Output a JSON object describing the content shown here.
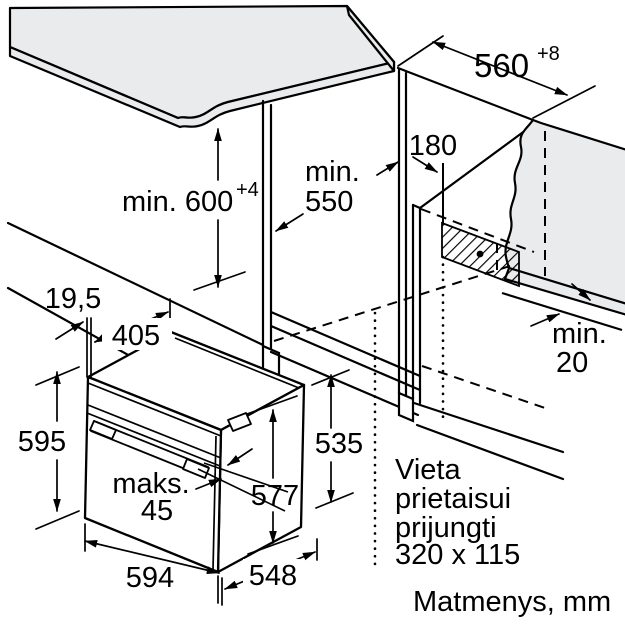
{
  "diagram": {
    "title_hint": "built-in oven installation drawing",
    "units_label": "Matmenys, mm",
    "connection_note": {
      "line1": "Vieta",
      "line2": "prietaisui",
      "line3": "prijungti",
      "line4": "320 x 115"
    },
    "dims": {
      "niche_width": "560",
      "niche_width_tol": "+8",
      "niche_height": "min. 600",
      "niche_height_tol": "+4",
      "niche_depth_word": "min.",
      "niche_depth_value": "550",
      "connection_offset": "180",
      "door_thickness": "19,5",
      "top_depth": "405",
      "oven_height": "595",
      "handle_word": "maks.",
      "handle_value": "45",
      "body_height": "577",
      "inner_height": "535",
      "oven_width": "594",
      "oven_depth": "548",
      "rear_gap_word": "min.",
      "rear_gap_value": "20"
    },
    "colors": {
      "surface": "#e9ebec",
      "line": "#000000",
      "background": "#ffffff"
    }
  }
}
